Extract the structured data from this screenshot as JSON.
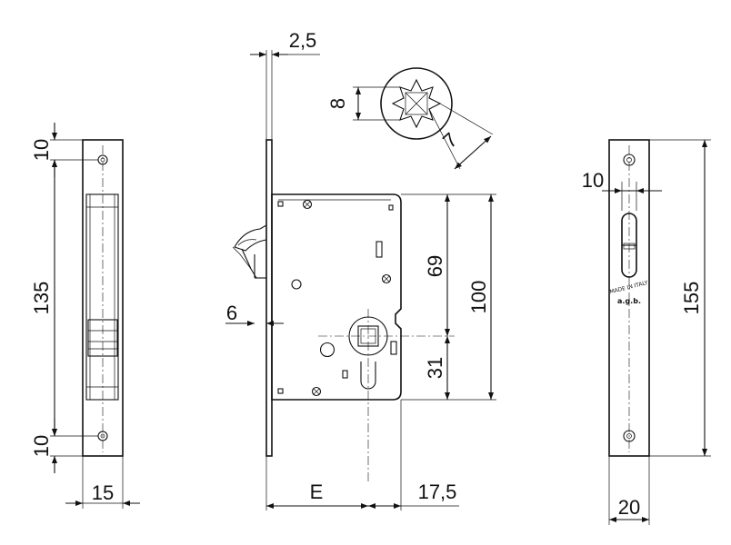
{
  "drawing": {
    "dimensions": {
      "faceplate_thickness": "2,5",
      "square_across_flats": "8",
      "square_diagonal": "7",
      "top_margin_left": "10",
      "hole_spacing": "135",
      "bottom_margin_left": "10",
      "faceplate_width_left": "15",
      "hook_offset": "6",
      "backset": "E",
      "front_to_case_edge": "17,5",
      "follower_to_top": "69",
      "case_height": "100",
      "follower_to_cylinder": "31",
      "top_margin_right": "10",
      "faceplate_length": "155",
      "faceplate_width_right": "20"
    },
    "engraving": {
      "line1": "MADE IN ITALY",
      "line2": "a.g.b."
    }
  }
}
